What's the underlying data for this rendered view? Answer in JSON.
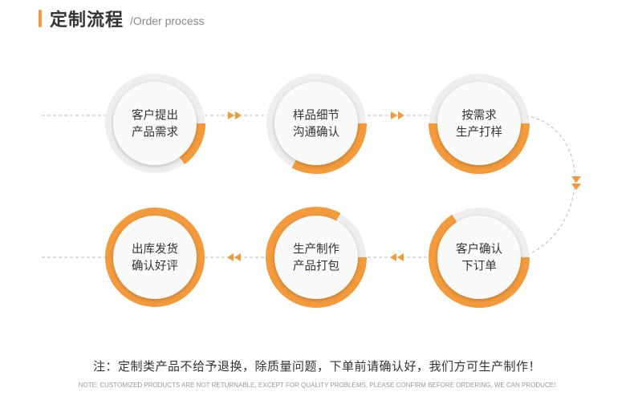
{
  "header": {
    "title": "定制流程",
    "subtitle": "/Order process"
  },
  "colors": {
    "accent": "#f39a3c",
    "ring_gray": "#eeeeee",
    "line": "#bdbdbd",
    "text": "#333333"
  },
  "steps": [
    {
      "lines": [
        "客户提出",
        "产品需求"
      ],
      "progress": 0.15
    },
    {
      "lines": [
        "样品细节",
        "沟通确认"
      ],
      "progress": 0.33
    },
    {
      "lines": [
        "按需求",
        "生产打样"
      ],
      "progress": 0.5
    },
    {
      "lines": [
        "客户确认",
        "下订单"
      ],
      "progress": 0.66
    },
    {
      "lines": [
        "生产制作",
        "产品打包"
      ],
      "progress": 0.83
    },
    {
      "lines": [
        "出库发货",
        "确认好评"
      ],
      "progress": 1.0
    }
  ],
  "footer": {
    "note_cn": "注：定制类产品不给予退换，除质量问题，下单前请确认好，我们方可生产制作！",
    "note_en": "NOTE: CUSTOMIZED PRODUCTS ARE NOT RETURNABLE, EXCEPT FOR QUALITY PROBLEMS, PLEASE CONFIRM BEFORE ORDERING, WE CAN PRODUCE!"
  }
}
